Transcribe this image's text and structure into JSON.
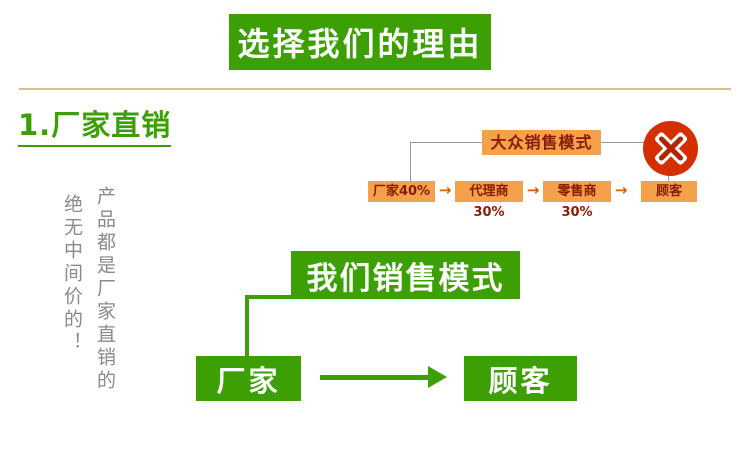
{
  "banner": {
    "title": "选择我们的理由"
  },
  "section": {
    "title": "1.厂家直销"
  },
  "side_note": {
    "col1": "产品都是厂家直销的",
    "col2": "绝无中间价的！"
  },
  "mass_model": {
    "title": "大众销售模式",
    "steps": [
      "厂家40%",
      "代理商30%",
      "零售商30%",
      "顾客"
    ]
  },
  "our_model": {
    "title": "我们销售模式",
    "source": "厂家",
    "target": "顾客"
  },
  "icons": {
    "flow_arrow": "→",
    "prohibited": "no-sign"
  },
  "colors": {
    "green": "#3ca004",
    "orange": "#f3a24b",
    "dark_red": "#8c1a00",
    "icon_red": "#d52f00",
    "gray_text": "#8a8a8a",
    "divider": "#d8c193"
  }
}
